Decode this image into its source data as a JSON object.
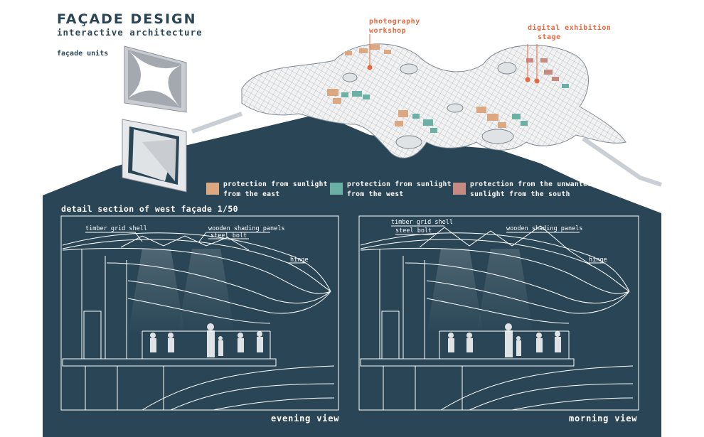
{
  "header": {
    "title": "FAÇADE DESIGN",
    "subtitle": "interactive architecture",
    "units_label": "façade units"
  },
  "callouts": {
    "photography": [
      "photography",
      "workshop"
    ],
    "exhibition": [
      "digital exhibition",
      "stage"
    ]
  },
  "legend": [
    {
      "color": "#dba882",
      "line1": "protection from sunlight",
      "line2": "from the east"
    },
    {
      "color": "#6ab0a4",
      "line1": "protection from sunlight",
      "line2": "from the west"
    },
    {
      "color": "#c78a80",
      "line1": "protection from the unwanted",
      "line2": "sunlight from the south"
    }
  ],
  "section": {
    "title": "detail section of west façade 1/50",
    "evening": {
      "view_label": "evening view",
      "labels": {
        "timber": "timber grid shell",
        "panels": "wooden shading panels",
        "bolt": "steel bolt",
        "hinge": "hinge"
      }
    },
    "morning": {
      "view_label": "morning view",
      "labels": {
        "timber": "timber grid shell",
        "bolt": "steel bolt",
        "panels": "wooden shading panels",
        "hinge": "hinge"
      }
    }
  },
  "colors": {
    "background_dark": "#2a4656",
    "line": "#ffffff",
    "accent_orange": "#e8683f",
    "title": "#2a4656"
  }
}
